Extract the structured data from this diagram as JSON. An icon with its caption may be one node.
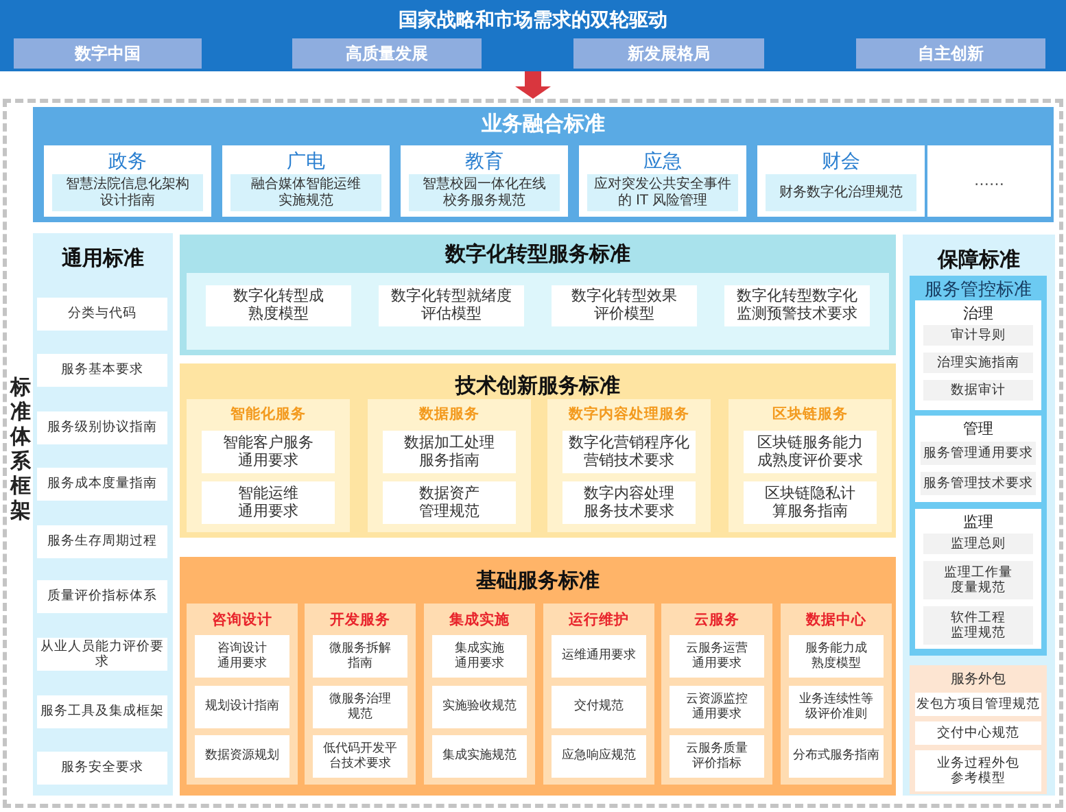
{
  "diagram": {
    "nodes": [
      {
        "text": [
          "国家战略和市场需求的双轮驱动"
        ]
      },
      {
        "text": [
          "数字中国"
        ],
        "in": 0
      },
      {
        "text": [
          "高质量发展"
        ],
        "in": 0
      },
      {
        "text": [
          "新发展格局"
        ],
        "in": 0
      },
      {
        "text": [
          "自主创新"
        ],
        "in": 0
      },
      {
        "text": [
          "标准体系框架"
        ]
      },
      {
        "text": [
          "业务融合标准"
        ],
        "in": 5
      },
      {
        "text": [
          "政务",
          "智慧法院信息化架构设计指南"
        ],
        "in": 6
      },
      {
        "text": [
          "广电",
          "融合媒体智能运维实施规范"
        ],
        "in": 6
      },
      {
        "text": [
          "教育",
          "智慧校园一体化在线校务服务规范"
        ],
        "in": 6
      },
      {
        "text": [
          "应急",
          "应对突发公共安全事件的 IT 风险管理"
        ],
        "in": 6
      },
      {
        "text": [
          "财会",
          "财务数字化治理规范"
        ],
        "in": 6
      },
      {
        "text": [
          "……"
        ],
        "in": 6
      },
      {
        "text": [
          "通用标准"
        ],
        "in": 5
      },
      {
        "text": [
          "分类与代码"
        ],
        "in": 13
      },
      {
        "text": [
          "服务基本要求"
        ],
        "in": 13
      },
      {
        "text": [
          "服务级别协议指南"
        ],
        "in": 13
      },
      {
        "text": [
          "服务成本度量指南"
        ],
        "in": 13
      },
      {
        "text": [
          "服务生存周期过程"
        ],
        "in": 13
      },
      {
        "text": [
          "质量评价指标体系"
        ],
        "in": 13
      },
      {
        "text": [
          "从业人员能力评价要求"
        ],
        "in": 13
      },
      {
        "text": [
          "服务工具及集成框架"
        ],
        "in": 13
      },
      {
        "text": [
          "服务安全要求"
        ],
        "in": 13
      },
      {
        "text": [
          "数字化转型服务标准"
        ],
        "in": 5
      },
      {
        "text": [
          "数字化转型成熟度模型"
        ],
        "in": 23
      },
      {
        "text": [
          "数字化转型就绪度评估模型"
        ],
        "in": 23
      },
      {
        "text": [
          "数字化转型效果评价模型"
        ],
        "in": 23
      },
      {
        "text": [
          "数字化转型数字化监测预警技术要求"
        ],
        "in": 23
      },
      {
        "text": [
          "技术创新服务标准"
        ],
        "in": 5
      },
      {
        "text": [
          "智能化服务"
        ],
        "in": 28
      },
      {
        "text": [
          "智能客户服务通用要求"
        ],
        "in": 29
      },
      {
        "text": [
          "智能运维通用要求"
        ],
        "in": 29
      },
      {
        "text": [
          "数据服务"
        ],
        "in": 28
      },
      {
        "text": [
          "数据加工处理服务指南"
        ],
        "in": 32
      },
      {
        "text": [
          "数据资产管理规范"
        ],
        "in": 32
      },
      {
        "text": [
          "数字内容处理服务"
        ],
        "in": 28
      },
      {
        "text": [
          "数字化营销程序化营销技术要求"
        ],
        "in": 35
      },
      {
        "text": [
          "数字内容处理服务技术要求"
        ],
        "in": 35
      },
      {
        "text": [
          "区块链服务"
        ],
        "in": 28
      },
      {
        "text": [
          "区块链服务能力成熟度评价要求"
        ],
        "in": 38
      },
      {
        "text": [
          "区块链隐私计算服务指南"
        ],
        "in": 38
      },
      {
        "text": [
          "基础服务标准"
        ],
        "in": 5
      },
      {
        "text": [
          "咨询设计"
        ],
        "in": 41
      },
      {
        "text": [
          "咨询设计通用要求"
        ],
        "in": 42
      },
      {
        "text": [
          "规划设计指南"
        ],
        "in": 42
      },
      {
        "text": [
          "数据资源规划"
        ],
        "in": 42
      },
      {
        "text": [
          "开发服务"
        ],
        "in": 41
      },
      {
        "text": [
          "微服务拆解指南"
        ],
        "in": 46
      },
      {
        "text": [
          "微服务治理规范"
        ],
        "in": 46
      },
      {
        "text": [
          "低代码开发平台技术要求"
        ],
        "in": 46
      },
      {
        "text": [
          "集成实施"
        ],
        "in": 41
      },
      {
        "text": [
          "集成实施通用要求"
        ],
        "in": 50
      },
      {
        "text": [
          "实施验收规范"
        ],
        "in": 50
      },
      {
        "text": [
          "集成实施规范"
        ],
        "in": 50
      },
      {
        "text": [
          "运行维护"
        ],
        "in": 41
      },
      {
        "text": [
          "运维通用要求"
        ],
        "in": 54
      },
      {
        "text": [
          "交付规范"
        ],
        "in": 54
      },
      {
        "text": [
          "应急响应规范"
        ],
        "in": 54
      },
      {
        "text": [
          "云服务"
        ],
        "in": 41
      },
      {
        "text": [
          "云服务运营通用要求"
        ],
        "in": 58
      },
      {
        "text": [
          "云资源监控通用要求"
        ],
        "in": 58
      },
      {
        "text": [
          "云服务质量评价指标"
        ],
        "in": 58
      },
      {
        "text": [
          "数据中心"
        ],
        "in": 41
      },
      {
        "text": [
          "服务能力成熟度模型"
        ],
        "in": 62
      },
      {
        "text": [
          "业务连续性等级评价准则"
        ],
        "in": 62
      },
      {
        "text": [
          "分布式服务指南"
        ],
        "in": 62
      },
      {
        "text": [
          "保障标准"
        ],
        "in": 5
      },
      {
        "text": [
          "服务管控标准"
        ],
        "in": 66
      },
      {
        "text": [
          "治理"
        ],
        "in": 67
      },
      {
        "text": [
          "审计导则"
        ],
        "in": 68
      },
      {
        "text": [
          "治理实施指南"
        ],
        "in": 68
      },
      {
        "text": [
          "数据审计"
        ],
        "in": 68
      },
      {
        "text": [
          "管理"
        ],
        "in": 67
      },
      {
        "text": [
          "服务管理通用要求"
        ],
        "in": 72
      },
      {
        "text": [
          "服务管理技术要求"
        ],
        "in": 72
      },
      {
        "text": [
          "监理"
        ],
        "in": 67
      },
      {
        "text": [
          "监理总则"
        ],
        "in": 75
      },
      {
        "text": [
          "监理工作量度量规范"
        ],
        "in": 75
      },
      {
        "text": [
          "软件工程监理规范"
        ],
        "in": 75
      },
      {
        "text": [
          "服务外包"
        ],
        "in": 66
      },
      {
        "text": [
          "发包方项目管理规范"
        ],
        "in": 79
      },
      {
        "text": [
          "交付中心规范"
        ],
        "in": 79
      },
      {
        "text": [
          "业务过程外包参考模型"
        ],
        "in": 79
      }
    ],
    "edges": [
      {
        "from": 0,
        "to": 5,
        "arrow": "to",
        "color": "#d9363e"
      }
    ]
  }
}
